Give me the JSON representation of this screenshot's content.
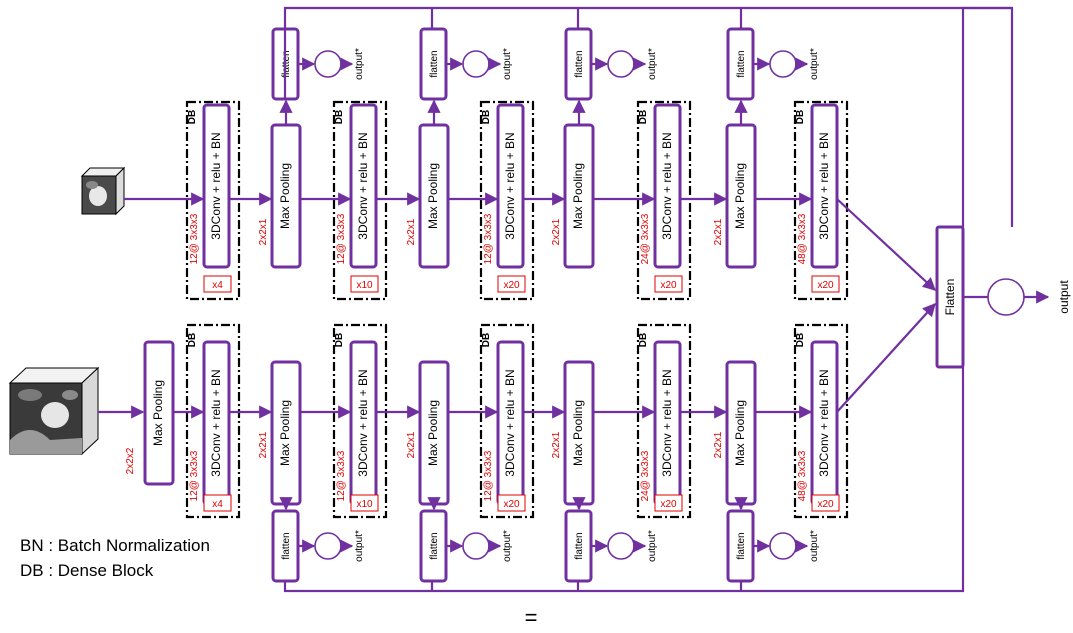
{
  "labels": {
    "conv": "3DConv + relu + BN",
    "maxpool": "Max Pooling",
    "flatten_small": "flatten",
    "flatten_big": "Flatten",
    "output_side": "output*",
    "output_final": "output",
    "db": "DB",
    "pool_221": "2x2x1",
    "pool_222": "2x2x2"
  },
  "blocks": [
    {
      "kernel": "12@ 3x3x3",
      "mult": "x4"
    },
    {
      "kernel": "12@ 3x3x3",
      "mult": "x10"
    },
    {
      "kernel": "12@ 3x3x3",
      "mult": "x20"
    },
    {
      "kernel": "24@ 3x3x3",
      "mult": "x20"
    },
    {
      "kernel": "48@ 3x3x3",
      "mult": "x20"
    }
  ],
  "legend": {
    "bn": "BN : Batch Normalization",
    "db": "DB : Dense Block"
  },
  "footer_symbol": "=",
  "colors": {
    "accent": "#7030a0",
    "annotation": "#e00000",
    "frame": "#000000"
  }
}
